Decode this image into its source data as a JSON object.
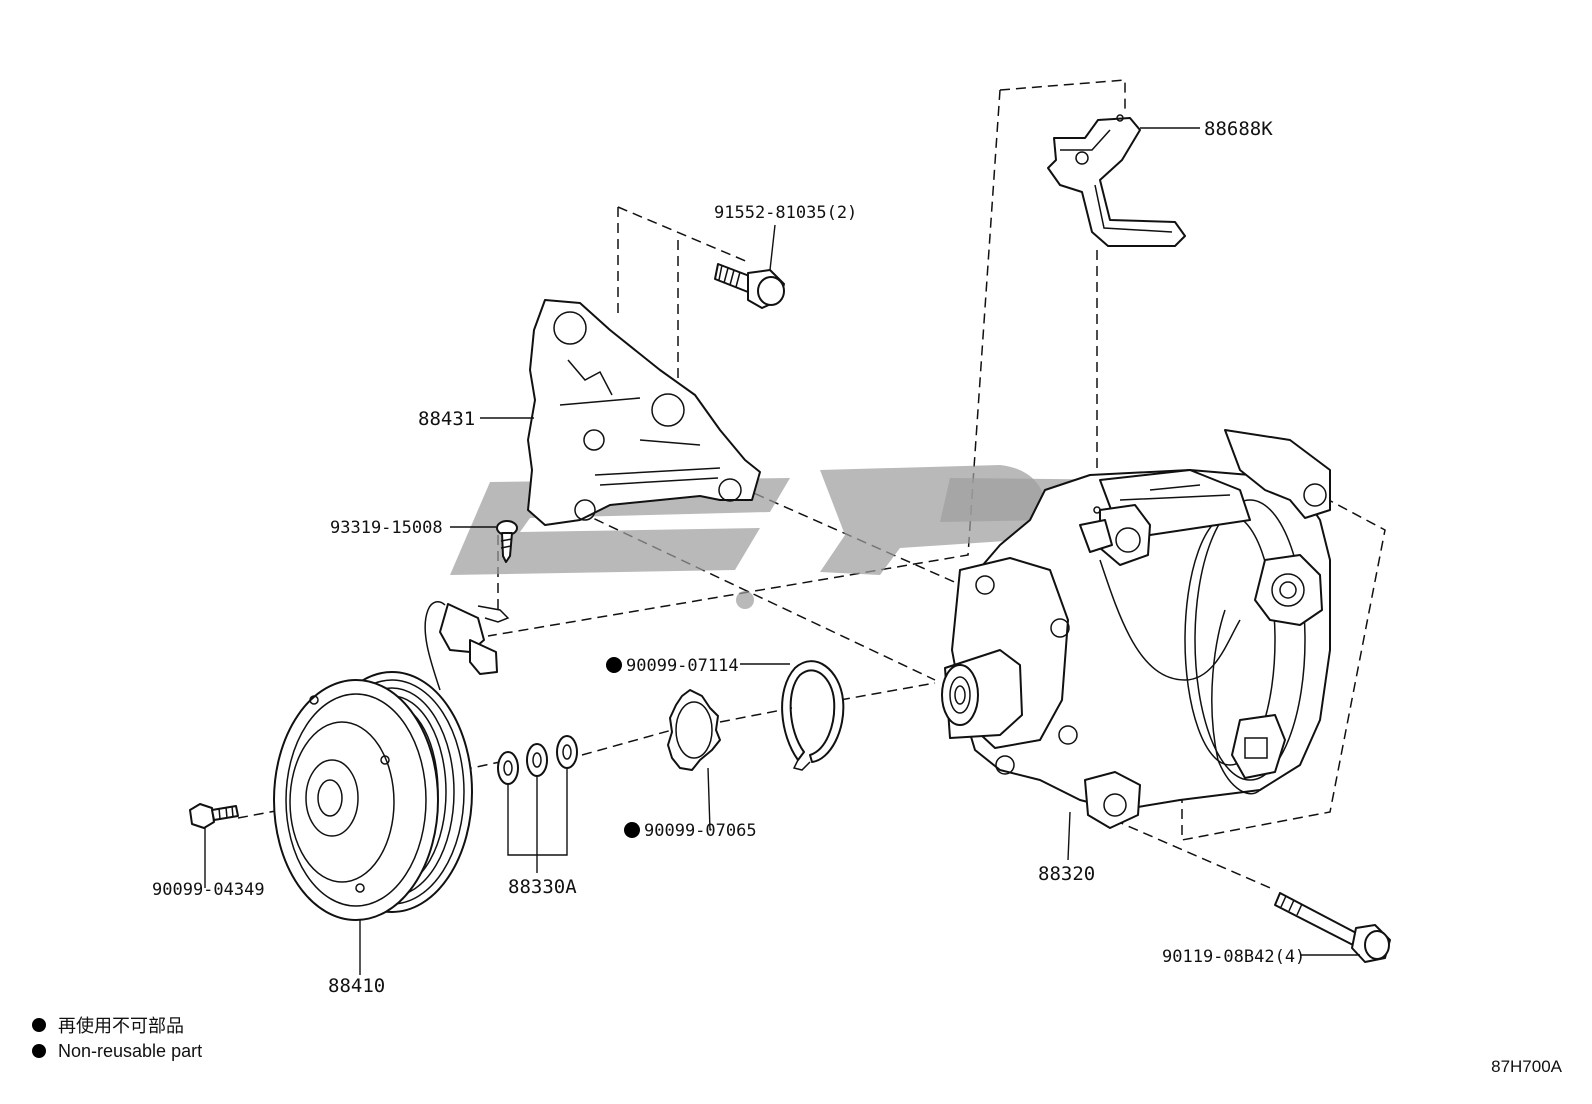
{
  "labels": {
    "bracket_clamp": "88688K",
    "bolt_91552": "91552-81035(2)",
    "bracket_88431": "88431",
    "bolt_93319": "93319-15008",
    "snap_ring": "90099-07114",
    "retainer": "90099-07065",
    "shims": "88330A",
    "bolt_90099": "90099-04349",
    "clutch": "88410",
    "compressor": "88320",
    "mount_bolt": "90119-08B42(4)"
  },
  "legend": {
    "line_jp": "再使用不可部品",
    "line_en": "Non-reusable part"
  },
  "figure_code": "87H700A",
  "colors": {
    "line": "#111111",
    "watermark": "#9e9e9e",
    "background": "#ffffff"
  }
}
